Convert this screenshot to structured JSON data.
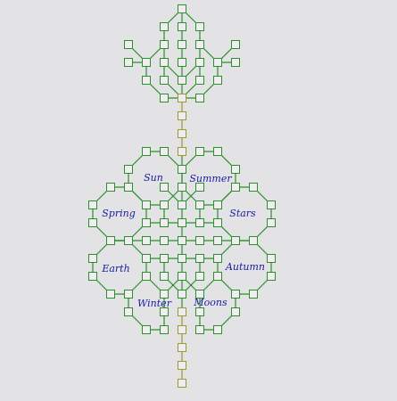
{
  "board": {
    "background": "#e3e3e6",
    "colors": {
      "leaf": "#2e8f2e",
      "trunk": "#9a9a2a",
      "square_fill": "#eeeeee",
      "label": "#1a1aa0"
    }
  },
  "regions": [
    {
      "id": "sun",
      "label": "Sun"
    },
    {
      "id": "summer",
      "label": "Summer"
    },
    {
      "id": "spring",
      "label": "Spring"
    },
    {
      "id": "stars",
      "label": "Stars"
    },
    {
      "id": "earth",
      "label": "Earth"
    },
    {
      "id": "autumn",
      "label": "Autumn"
    },
    {
      "id": "winter",
      "label": "Winter"
    },
    {
      "id": "moons",
      "label": "Moons"
    }
  ]
}
